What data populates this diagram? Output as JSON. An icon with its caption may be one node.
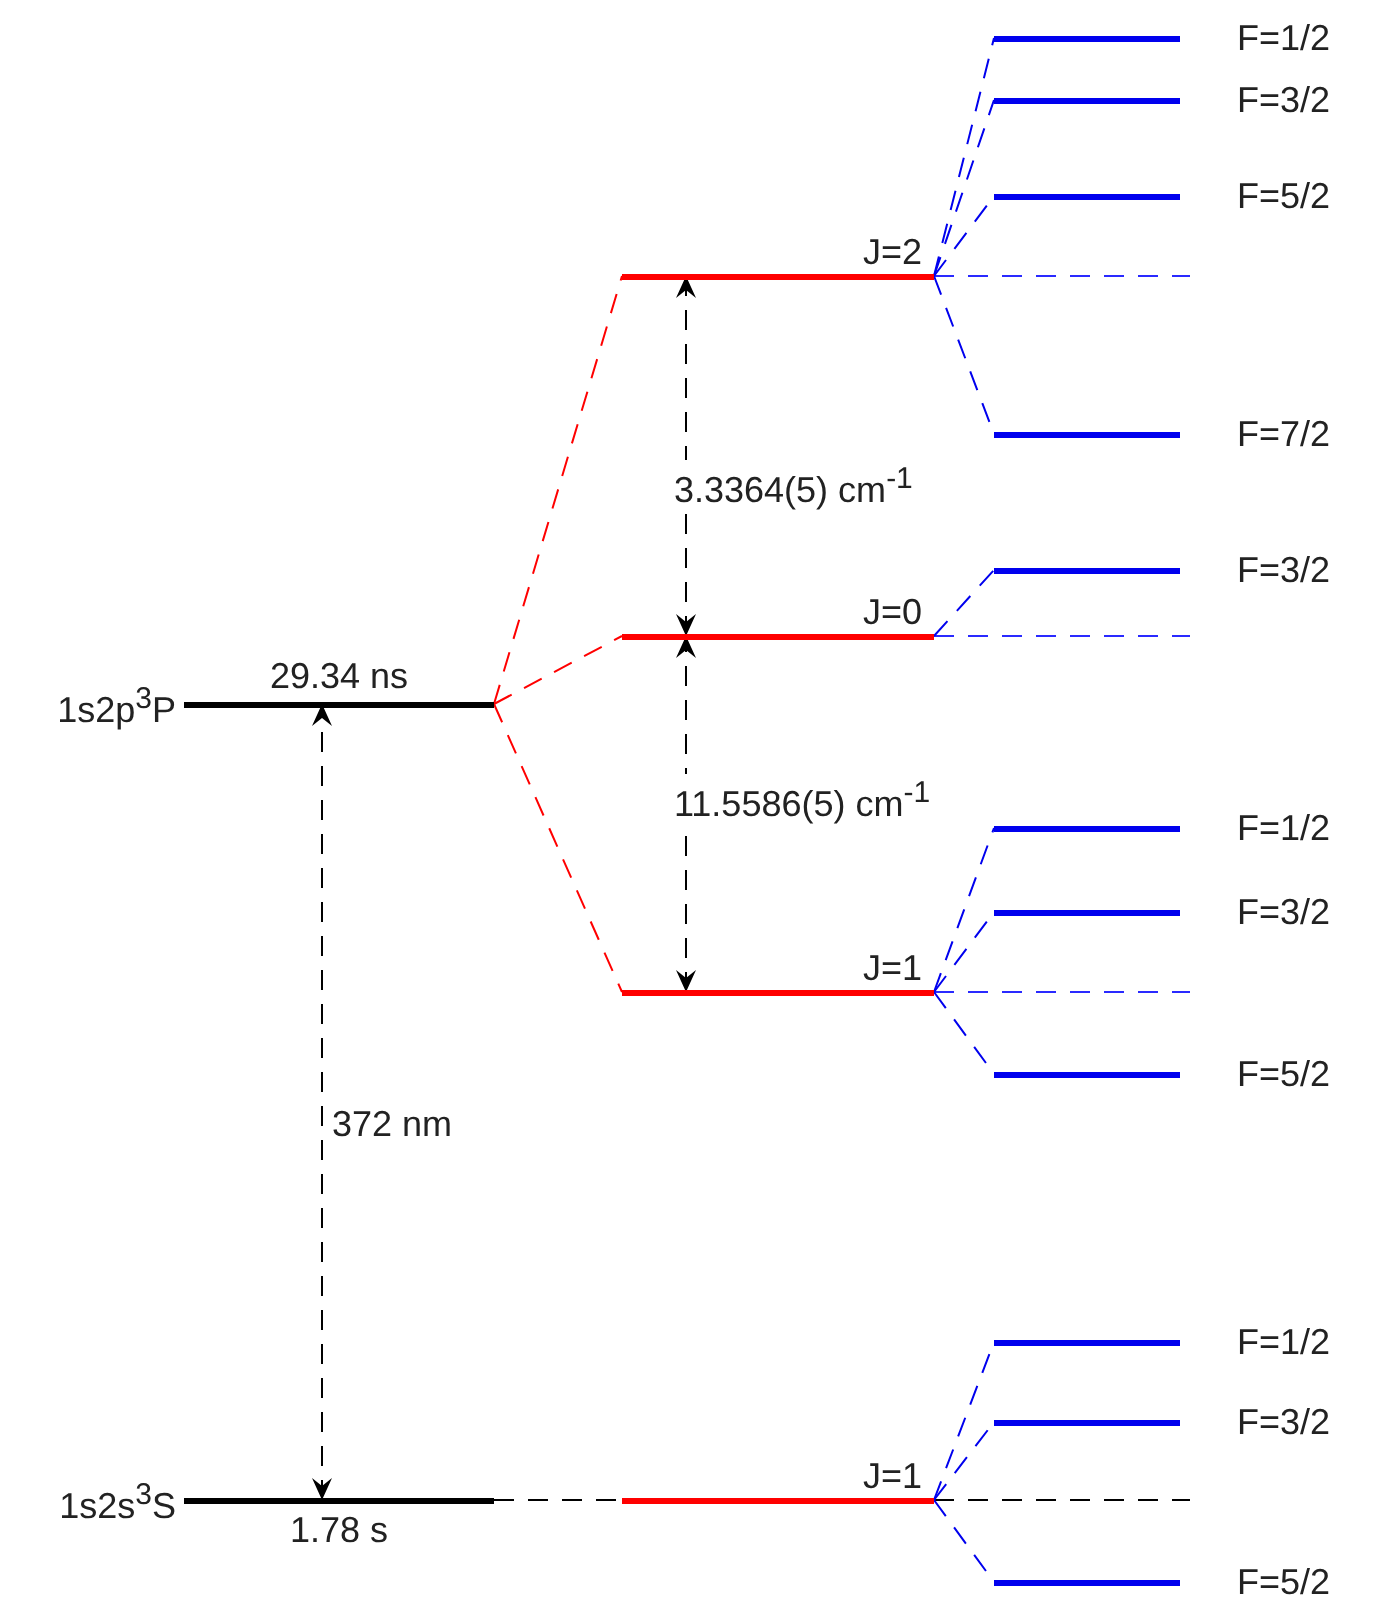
{
  "diagram": {
    "nodes": [
      {
        "text": [
          "1s2p$^{3}$P"
        ],
        "beside": [
          "29.34 ns"
        ]
      },
      {
        "text": [
          "1s2s$^{3}$S"
        ],
        "beside": [
          "1.78 s"
        ]
      },
      {
        "text": [
          "J=2"
        ]
      },
      {
        "text": [
          "J=0"
        ]
      },
      {
        "text": [
          "J=1"
        ]
      },
      {
        "text": [
          "J=1"
        ]
      },
      {
        "text": [
          "F=1/2"
        ]
      },
      {
        "text": [
          "F=3/2"
        ]
      },
      {
        "text": [
          "F=5/2"
        ]
      },
      {
        "text": [
          "F=7/2"
        ]
      },
      {
        "text": [
          "F=3/2"
        ]
      },
      {
        "text": [
          "F=1/2"
        ]
      },
      {
        "text": [
          "F=3/2"
        ]
      },
      {
        "text": [
          "F=5/2"
        ]
      },
      {
        "text": [
          "F=1/2"
        ]
      },
      {
        "text": [
          "F=3/2"
        ]
      },
      {
        "text": [
          "F=5/2"
        ]
      }
    ],
    "edges": [
      {
        "from": 0,
        "to": 2,
        "arrow": "none",
        "style": "dashed",
        "color": "#ff0000"
      },
      {
        "from": 0,
        "to": 3,
        "arrow": "none",
        "style": "dashed",
        "color": "#ff0000"
      },
      {
        "from": 0,
        "to": 4,
        "arrow": "none",
        "style": "dashed",
        "color": "#ff0000"
      },
      {
        "from": 1,
        "to": 5,
        "arrow": "none",
        "style": "dashed",
        "color": "#000000"
      },
      {
        "from": 1,
        "to": 0,
        "arrow": "both",
        "style": "dashed",
        "color": "#000000",
        "label": "372 nm"
      },
      {
        "from": 3,
        "to": 2,
        "arrow": "both",
        "style": "dashed",
        "color": "#000000",
        "label": "3.3364(5) cm$^{-1}$"
      },
      {
        "from": 4,
        "to": 3,
        "arrow": "both",
        "style": "dashed",
        "color": "#000000",
        "label": "11.5586(5) cm$^{-1}$"
      },
      {
        "from": 2,
        "to": 6,
        "arrow": "none",
        "style": "dashed"
      },
      {
        "from": 2,
        "to": 7,
        "arrow": "none",
        "style": "dashed"
      },
      {
        "from": 2,
        "to": 8,
        "arrow": "none",
        "style": "dashed"
      },
      {
        "from": 2,
        "to": 9,
        "arrow": "none",
        "style": "dashed"
      },
      {
        "from": 3,
        "to": 10,
        "arrow": "none",
        "style": "dashed"
      },
      {
        "from": 4,
        "to": 11,
        "arrow": "none",
        "style": "dashed"
      },
      {
        "from": 4,
        "to": 12,
        "arrow": "none",
        "style": "dashed"
      },
      {
        "from": 4,
        "to": 13,
        "arrow": "none",
        "style": "dashed"
      },
      {
        "from": 5,
        "to": 14,
        "arrow": "none",
        "style": "dashed"
      },
      {
        "from": 5,
        "to": 15,
        "arrow": "none",
        "style": "dashed"
      },
      {
        "from": 5,
        "to": 16,
        "arrow": "none",
        "style": "dashed"
      }
    ]
  }
}
